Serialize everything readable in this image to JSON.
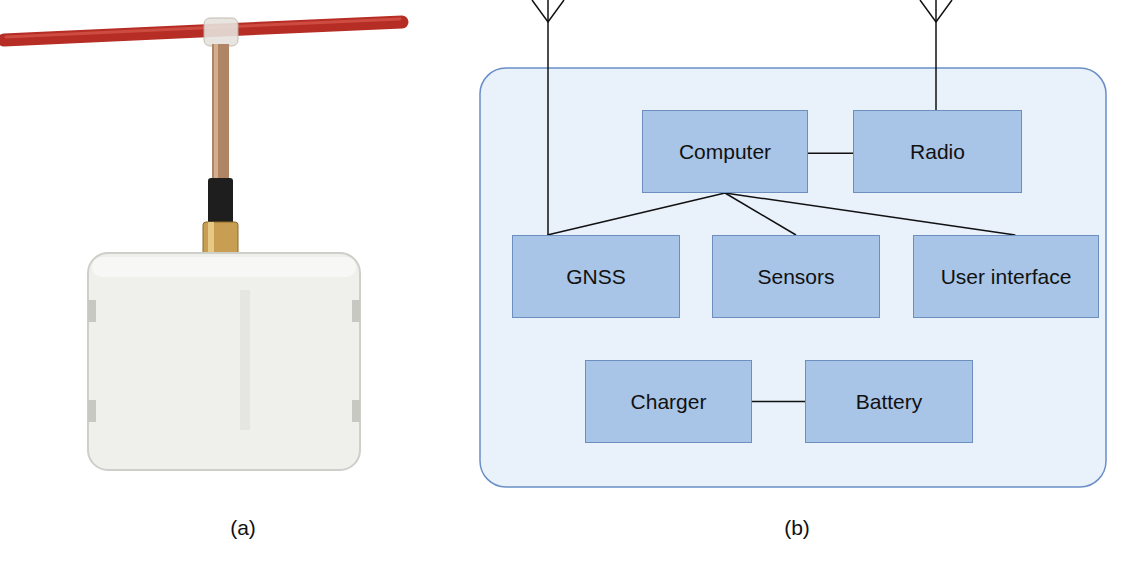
{
  "diagram": {
    "nodes": [
      {
        "text": [
          "Computer"
        ]
      },
      {
        "text": [
          "Radio"
        ]
      },
      {
        "text": [
          "GNSS"
        ]
      },
      {
        "text": [
          "Sensors"
        ]
      },
      {
        "text": [
          "User interface"
        ]
      },
      {
        "text": [
          "Charger"
        ]
      },
      {
        "text": [
          "Battery"
        ]
      }
    ],
    "edges": [
      {
        "from": 0,
        "to": 1,
        "arrow": "none"
      },
      {
        "from": 0,
        "to": 2,
        "arrow": "none"
      },
      {
        "from": 0,
        "to": 3,
        "arrow": "none"
      },
      {
        "from": 0,
        "to": 4,
        "arrow": "none"
      },
      {
        "from": 5,
        "to": 6,
        "arrow": "none"
      }
    ],
    "labels": [
      "(a)",
      "(b)"
    ]
  }
}
